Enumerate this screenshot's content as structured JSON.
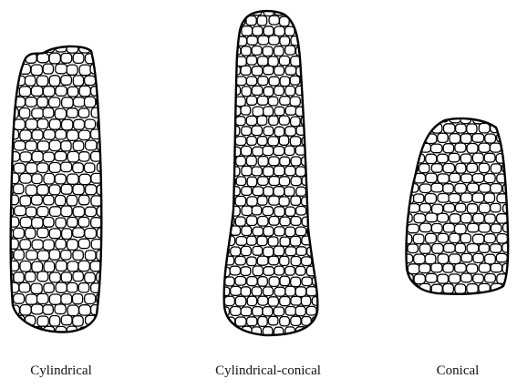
{
  "ears": [
    {
      "id": "cylindrical",
      "label": "Cylindrical"
    },
    {
      "id": "cylindrical-conical",
      "label": "Cylindrical-conical"
    },
    {
      "id": "conical",
      "label": "Conical"
    }
  ],
  "colors": {
    "stroke": "#000000",
    "kernel_fill": "#ffffff",
    "background": "#ffffff"
  }
}
